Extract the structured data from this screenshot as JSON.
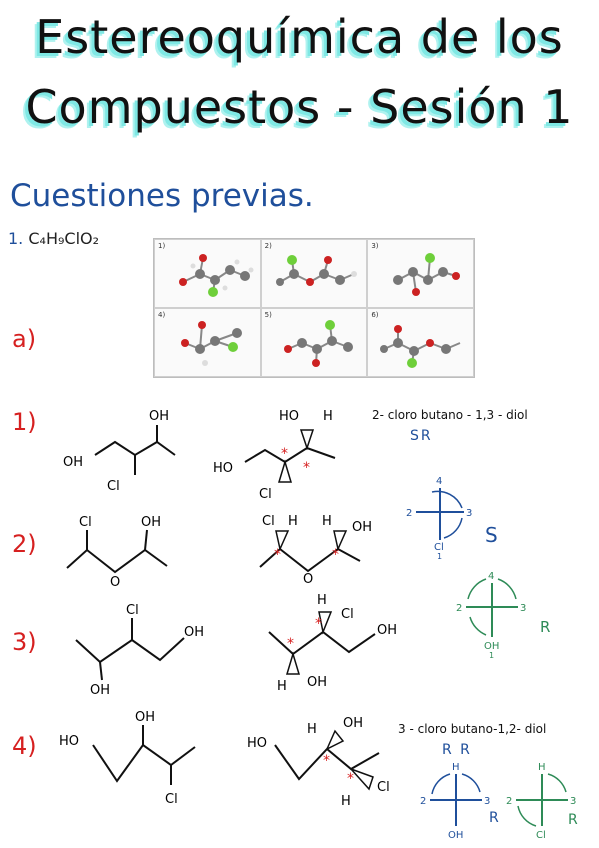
{
  "page": {
    "title_line1": "Estereoquímica de los",
    "title_line2": "Compuestos - Sesión 1",
    "section": "Cuestiones previas.",
    "formula_number": "1.",
    "formula": "C₄H₉ClO₂",
    "part_a": "a)"
  },
  "models": {
    "labels": [
      "1)",
      "2)",
      "3)",
      "4)",
      "5)",
      "6)"
    ]
  },
  "structures": [
    {
      "number": "1)",
      "name": "2- cloro butano - 1,3 - diol",
      "config": "SR",
      "subs": [
        "OH",
        "OH",
        "Cl",
        "HO",
        "H",
        "Cl"
      ]
    },
    {
      "number": "2)",
      "config": "S",
      "subs": [
        "Cl",
        "OH",
        "O",
        "Cl",
        "H",
        "OH"
      ]
    },
    {
      "number": "3)",
      "config": "R",
      "subs": [
        "Cl",
        "OH",
        "OH",
        "H",
        "Cl",
        "H",
        "OH"
      ]
    },
    {
      "number": "4)",
      "name": "3 - cloro butano-1,2- diol",
      "config": "R R",
      "subs": [
        "HO",
        "OH",
        "Cl",
        "HO",
        "H",
        "OH",
        "H",
        "Cl"
      ]
    }
  ],
  "fischer": {
    "f1": {
      "top": "4",
      "left": "2",
      "right": "3",
      "bottom": "Cl",
      "bottom_num": "1",
      "label": "S"
    },
    "f2": {
      "top": "4",
      "left": "2",
      "right": "3",
      "bottom": "OH",
      "bottom_num": "1",
      "label": "R"
    },
    "f3": {
      "top": "H",
      "left": "2",
      "right": "3",
      "bottom": "OH",
      "label": "R"
    },
    "f4": {
      "top": "H",
      "left": "2",
      "right": "3",
      "bottom": "Cl",
      "label": "R"
    }
  },
  "colors": {
    "accent_cyan": "#7fe8e4",
    "blue": "#1f4f9b",
    "red": "#d62020",
    "green": "#2e8b57"
  }
}
